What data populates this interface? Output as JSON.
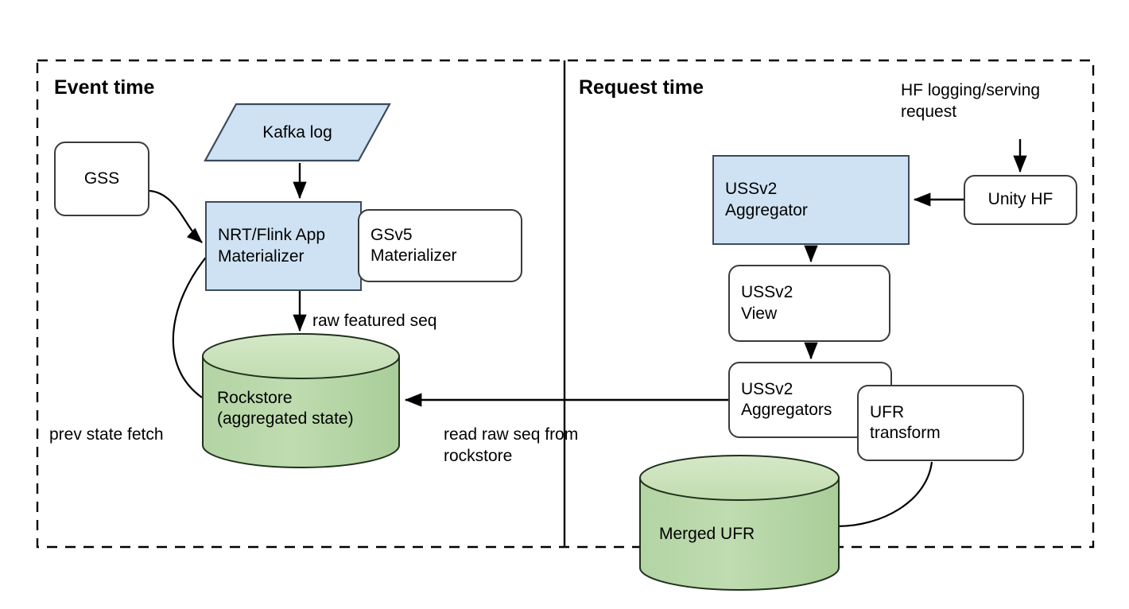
{
  "diagram": {
    "title_left": "Event time",
    "title_right": "Request time"
  },
  "nodes": {
    "gss": "GSS",
    "kafka_log": "Kafka log",
    "nrt_flink": "NRT/Flink App\nMaterializer",
    "gsv5": "GSv5\nMaterializer",
    "rockstore": "Rockstore\n(aggregated state)",
    "ussv2_aggregator": "USSv2\nAggregator",
    "unity_hf": "Unity HF",
    "ussv2_view": "USSv2\nView",
    "ussv2_aggregators": "USSv2\nAggregators",
    "ufr_transform": "UFR\ntransform",
    "merged_ufr": "Merged UFR"
  },
  "edge_labels": {
    "raw_featured_seq": "raw featured seq",
    "prev_state_fetch": "prev state fetch",
    "read_raw_seq": "read raw seq from\nrockstore",
    "hf_logging": "HF logging/serving\nrequest"
  },
  "colors": {
    "blue_fill": "#cfe2f3",
    "green_fill": "#b6d7a8",
    "green_top": "#cde5bd",
    "stroke": "#3b3b3b",
    "background": "#ffffff"
  }
}
